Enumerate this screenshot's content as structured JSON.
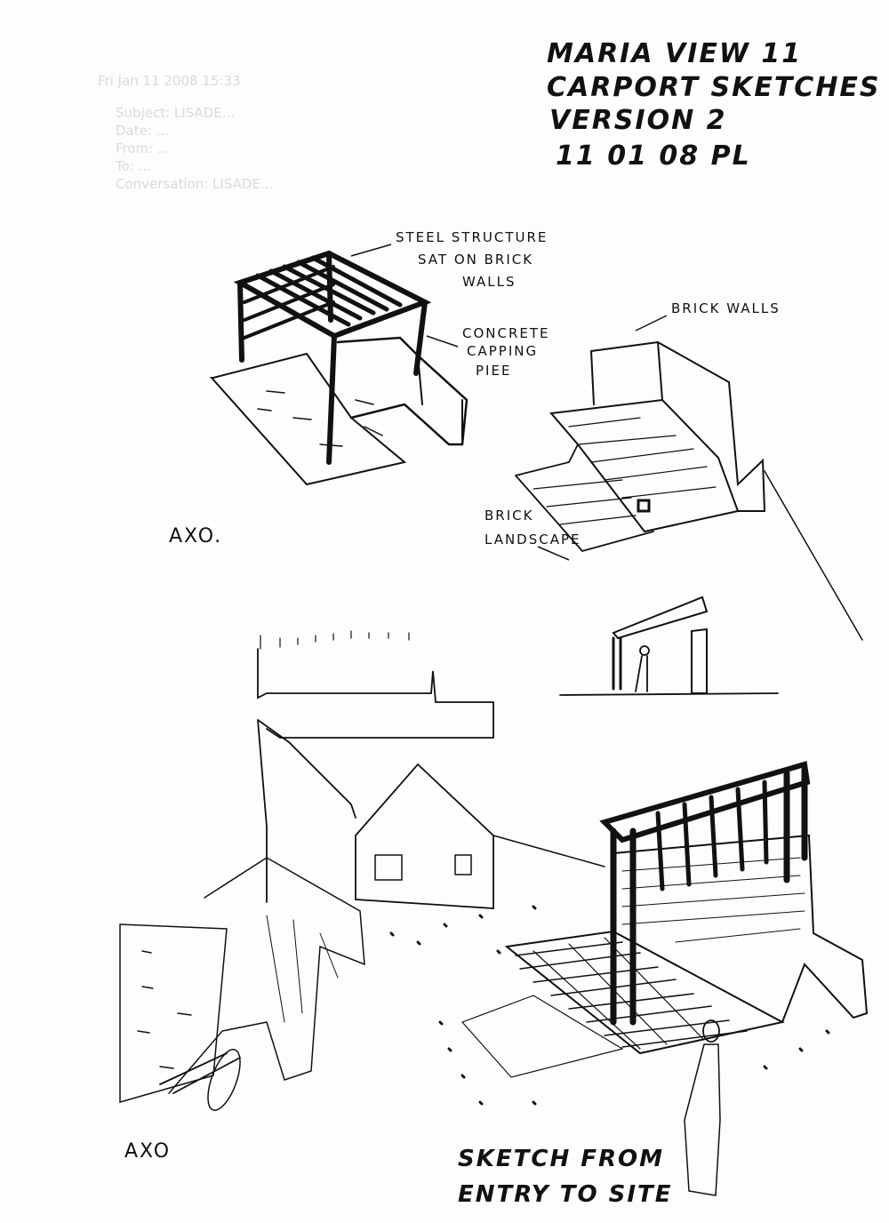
{
  "title": {
    "line1": "MARIA VIEW 11",
    "line2": "CARPORT SKETCHES",
    "line3": "VERSION 2",
    "line4": "11 01 08 PL"
  },
  "notes": {
    "steel": [
      "STEEL STRUCTURE",
      "SAT ON BRICK",
      "WALLS"
    ],
    "concrete": [
      "CONCRETE",
      "CAPPING",
      "PIEE"
    ],
    "brick_walls": "BRICK WALLS",
    "brick_landscape": [
      "BRICK",
      "LANDSCAPE"
    ],
    "axo_top": "AXO.",
    "axo_bottom": "AXO",
    "entry": [
      "SKETCH FROM",
      "ENTRY TO SITE"
    ]
  },
  "ghost_text": {
    "header": "Fri Jan 11 2008 15:33",
    "lines": [
      "Subject: LISADE...",
      "Date: ...",
      "From: ...",
      "To: ...",
      "Conversation: LISADE..."
    ]
  },
  "colors": {
    "ink": "#111111",
    "paper": "#fdfdfd",
    "ghost": "#d9d9d9"
  }
}
